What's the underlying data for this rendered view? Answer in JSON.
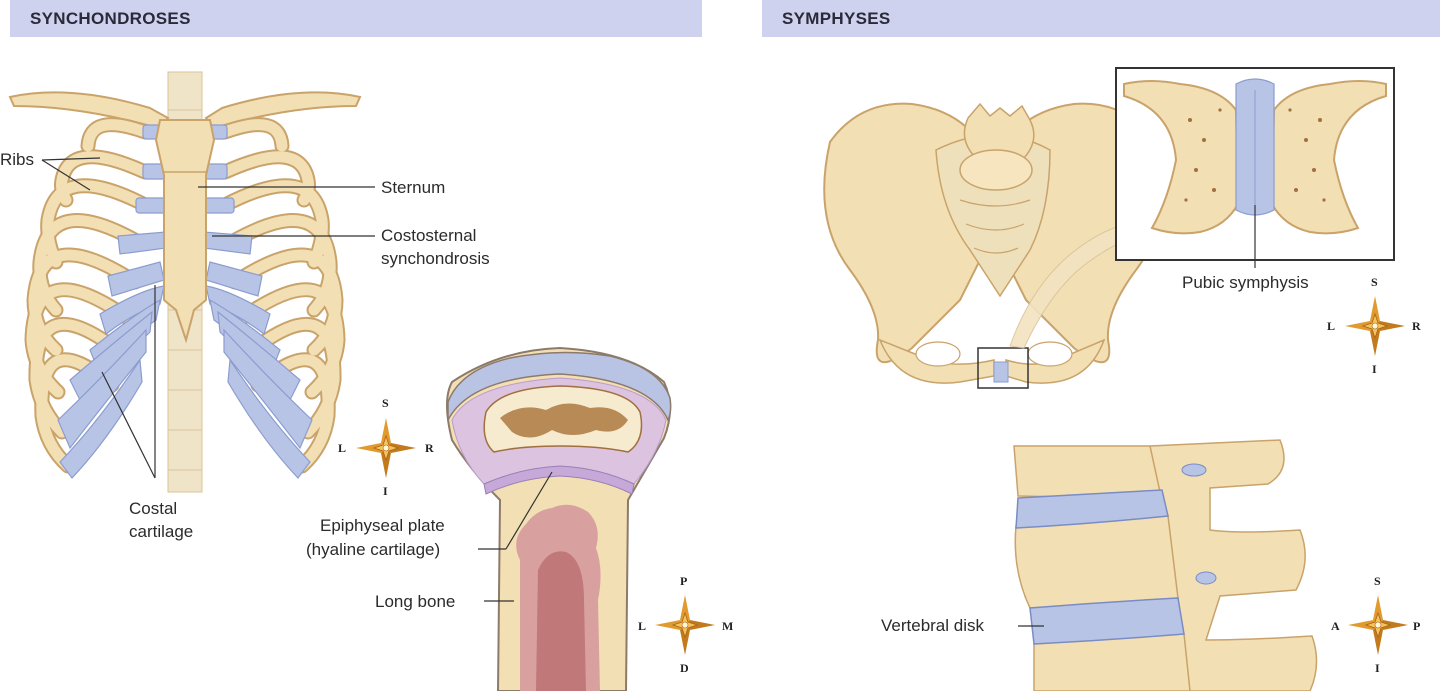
{
  "sections": {
    "left": {
      "title": "SYNCHONDROSES"
    },
    "right": {
      "title": "SYMPHYSES"
    }
  },
  "labels": {
    "ribs": "Ribs",
    "sternum": "Sternum",
    "costosternal_line1": "Costosternal",
    "costosternal_line2": "synchondrosis",
    "costal_line1": "Costal",
    "costal_line2": "cartilage",
    "epiphyseal_line1": "Epiphyseal plate",
    "epiphyseal_line2": "(hyaline cartilage)",
    "long_bone": "Long bone",
    "pubic_symphysis": "Pubic symphysis",
    "vertebral_disk": "Vertebral disk"
  },
  "compasses": {
    "ribcage": {
      "top": "S",
      "bottom": "I",
      "left": "L",
      "right": "R"
    },
    "longbone": {
      "top": "P",
      "bottom": "D",
      "left": "L",
      "right": "M"
    },
    "pelvis": {
      "top": "S",
      "bottom": "I",
      "left": "L",
      "right": "R"
    },
    "spine": {
      "top": "S",
      "bottom": "I",
      "left": "A",
      "right": "P"
    }
  },
  "colors": {
    "header_bg": "#cfd2ee",
    "bone": "#f3dfb4",
    "bone_outline": "#c9a36a",
    "cartilage": "#b8c4e6",
    "marrow": "#d9a0a0",
    "compass": "#d9912a"
  }
}
